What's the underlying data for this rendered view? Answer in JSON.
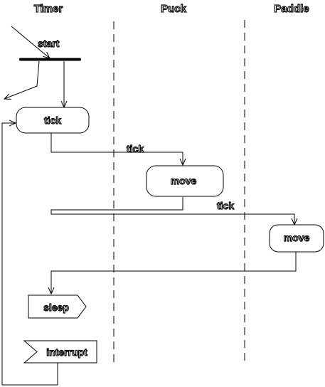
{
  "lanes": [
    "Timer",
    "Puck",
    "Paddle"
  ],
  "nodes": {
    "start": "start",
    "timer_tick": "tick",
    "puck_move": "move",
    "paddle_move": "move",
    "sleep": "sleep",
    "interrupt": "interrupt"
  },
  "flows": {
    "tick_to_puck": "tick",
    "tick_to_paddle": "tick"
  }
}
